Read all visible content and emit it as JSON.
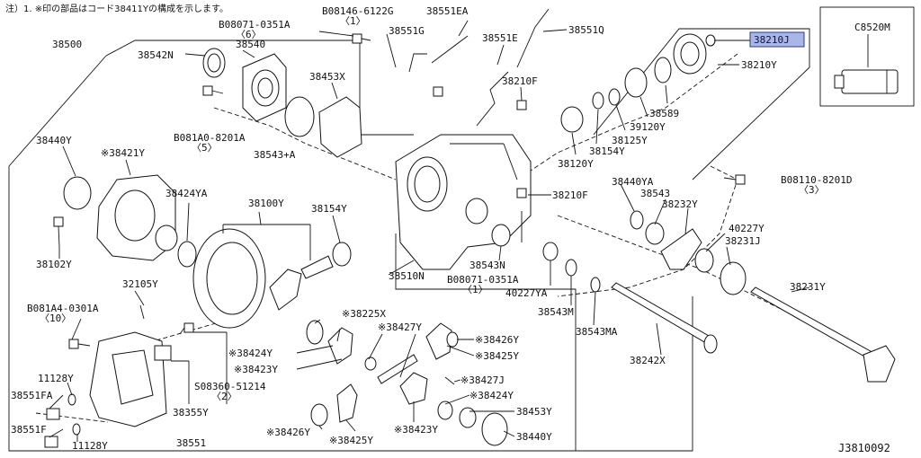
{
  "note": "注）1. ※印の部品はコード38411Yの構成を示します。",
  "diagram_code": "J3810092",
  "selected_part": "38210J",
  "labels": {
    "p38500": "38500",
    "p38542N": "38542N",
    "p38540": "38540",
    "b08071_0351A_top": "B08071-0351A",
    "q6": "〈6〉",
    "b08146_6122G": "B08146-6122G",
    "q1_top": "〈1〉",
    "p38551EA": "38551EA",
    "p38551G": "38551G",
    "p38551E": "38551E",
    "p38551Q": "38551Q",
    "p38210J": "38210J",
    "p38210Y": "38210Y",
    "pC8520M": "C8520M",
    "p38453X": "38453X",
    "p38210F_top": "38210F",
    "p38589": "38589",
    "p39120Y": "39120Y",
    "p38125Y": "38125Y",
    "p38154Y_top": "38154Y",
    "p38120Y": "38120Y",
    "p38440Y_left": "38440Y",
    "s38421Y": "※38421Y",
    "b081A0_8201A": "B081A0-8201A",
    "q5": "〈5〉",
    "p38543A": "38543+A",
    "p38424YA": "38424YA",
    "p38100Y": "38100Y",
    "p38154Y_mid": "38154Y",
    "p38102Y": "38102Y",
    "p38210F_mid": "38210F",
    "p38440YA": "38440YA",
    "p38543": "38543",
    "p38232Y": "38232Y",
    "b08110_8201D": "B08110-8201D",
    "q3": "〈3〉",
    "p40227Y": "40227Y",
    "p38231J": "38231J",
    "p38231Y": "38231Y",
    "p38510N": "38510N",
    "p38543N": "38543N",
    "b08071_0351A_mid": "B08071-0351A",
    "q1_mid": "〈1〉",
    "p40227YA": "40227YA",
    "p38543M": "38543M",
    "p38543MA": "38543MA",
    "p38242X": "38242X",
    "p32105Y": "32105Y",
    "b081A4_0301A": "B081A4-0301A",
    "q10": "〈10〉",
    "s38225X": "※38225X",
    "s38427Y": "※38427Y",
    "s38426Y_r": "※38426Y",
    "s38425Y_r": "※38425Y",
    "s38424Y_l": "※38424Y",
    "s38423Y_l": "※38423Y",
    "s08360_51214": "S08360-51214",
    "q2": "〈2〉",
    "s38427J": "※38427J",
    "s38424Y_r": "※38424Y",
    "p38453Y": "38453Y",
    "p38440Y_bottom": "38440Y",
    "p11128Y_top": "11128Y",
    "p38551FA": "38551FA",
    "p38355Y": "38355Y",
    "p38551F": "38551F",
    "p11128Y_bottom": "11128Y",
    "p38551": "38551",
    "s38426Y_b": "※38426Y",
    "s38425Y_b": "※38425Y",
    "s38423Y_b": "※38423Y"
  }
}
